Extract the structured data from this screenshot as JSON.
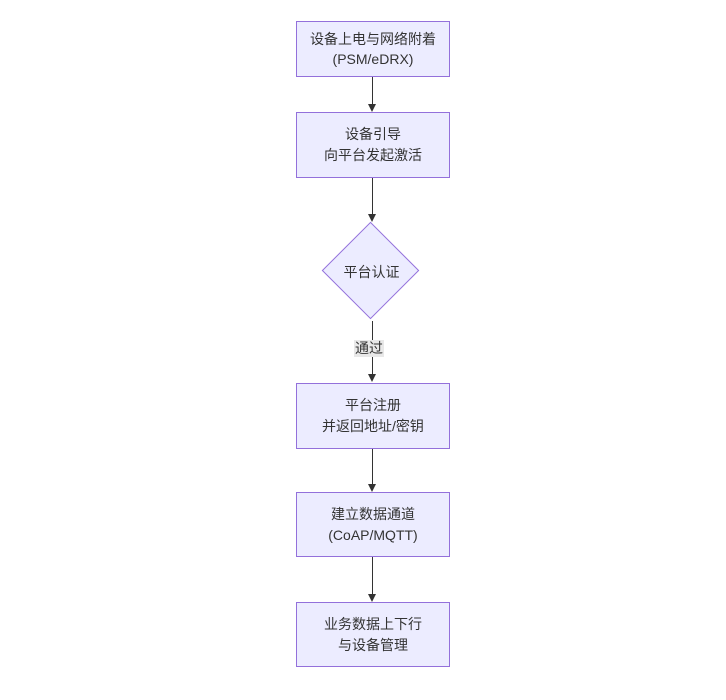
{
  "diagram": {
    "type": "flowchart",
    "direction": "top-down",
    "colors": {
      "background": "#ffffff",
      "node_fill": "#ECECFF",
      "node_border": "#9370DB",
      "edge_color": "#333333",
      "edge_label_bg": "#e8e8e8",
      "text_color": "#333333"
    },
    "nodes": [
      {
        "id": "power-attach",
        "type": "rect",
        "lines": [
          "设备上电与网络附着",
          "(PSM/eDRX)"
        ]
      },
      {
        "id": "bootstrap",
        "type": "rect",
        "lines": [
          "设备引导",
          "向平台发起激活"
        ]
      },
      {
        "id": "auth",
        "type": "diamond",
        "lines": [
          "平台认证"
        ]
      },
      {
        "id": "register",
        "type": "rect",
        "lines": [
          "平台注册",
          "并返回地址/密钥"
        ]
      },
      {
        "id": "data-channel",
        "type": "rect",
        "lines": [
          "建立数据通道",
          "(CoAP/MQTT)"
        ]
      },
      {
        "id": "business",
        "type": "rect",
        "lines": [
          "业务数据上下行",
          "与设备管理"
        ]
      }
    ],
    "edges": [
      {
        "from": "power-attach",
        "to": "bootstrap",
        "label": ""
      },
      {
        "from": "bootstrap",
        "to": "auth",
        "label": ""
      },
      {
        "from": "auth",
        "to": "register",
        "label": "通过"
      },
      {
        "from": "register",
        "to": "data-channel",
        "label": ""
      },
      {
        "from": "data-channel",
        "to": "business",
        "label": ""
      }
    ]
  }
}
